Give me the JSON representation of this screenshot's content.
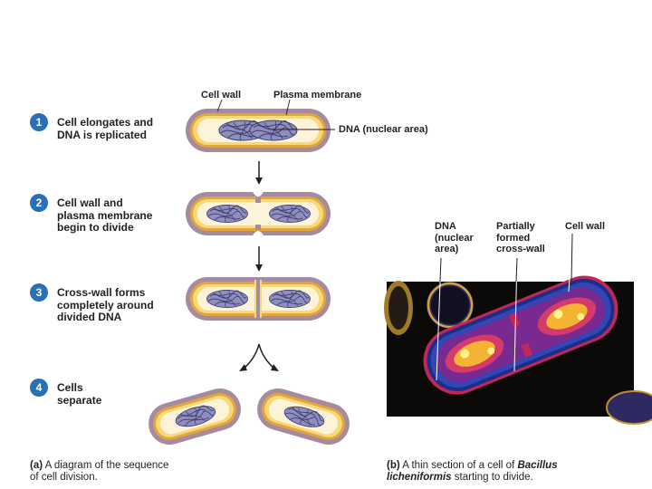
{
  "diagram": {
    "top_labels": {
      "cell_wall": "Cell wall",
      "plasma_membrane": "Plasma membrane",
      "dna": "DNA (nuclear area)"
    },
    "steps": [
      {
        "number": "1",
        "text_lines": [
          "Cell elongates and",
          "DNA is replicated"
        ]
      },
      {
        "number": "2",
        "text_lines": [
          "Cell wall and",
          "plasma membrane",
          "begin to divide"
        ]
      },
      {
        "number": "3",
        "text_lines": [
          "Cross-wall forms",
          "completely around",
          "divided DNA"
        ]
      },
      {
        "number": "4",
        "text_lines": [
          "Cells",
          "separate"
        ]
      }
    ],
    "caption_a": {
      "letter": "(a)",
      "line1": "A diagram of the sequence",
      "line2": "of cell division."
    }
  },
  "micrograph": {
    "labels": {
      "dna_lines": [
        "DNA",
        "(nuclear",
        "area)"
      ],
      "crosswall_lines": [
        "Partially",
        "formed",
        "cross-wall"
      ],
      "cell_wall": "Cell wall"
    },
    "caption_b": {
      "letter": "(b)",
      "pre": "A thin section of a cell of",
      "genus": "Bacillus",
      "species": "licheniformis",
      "post": "starting to divide."
    }
  },
  "colors": {
    "wall": "#a48ba0",
    "membrane_outer": "#e3a53c",
    "membrane_inner": "#f7da77",
    "cytoplasm": "#fdf3d9",
    "dna": "#8e8ebf",
    "badge": "#2b6fb6"
  }
}
